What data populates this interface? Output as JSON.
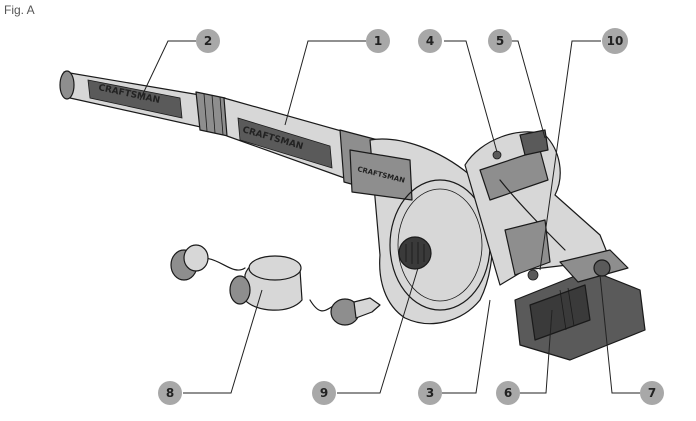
{
  "figure": {
    "caption": "Fig. A",
    "brand_text": "CRAFTSMAN"
  },
  "callouts": [
    {
      "id": "1",
      "label": "1"
    },
    {
      "id": "2",
      "label": "2"
    },
    {
      "id": "3",
      "label": "3"
    },
    {
      "id": "4",
      "label": "4"
    },
    {
      "id": "5",
      "label": "5"
    },
    {
      "id": "6",
      "label": "6"
    },
    {
      "id": "7",
      "label": "7"
    },
    {
      "id": "8",
      "label": "8"
    },
    {
      "id": "9",
      "label": "9"
    },
    {
      "id": "10",
      "label": "10"
    }
  ],
  "colors": {
    "callout_fill": "#a8a8a8",
    "line": "#1a1a1a",
    "shade_light": "#d7d7d7",
    "shade_mid": "#8e8e8e",
    "shade_dark": "#5a5a5a"
  }
}
